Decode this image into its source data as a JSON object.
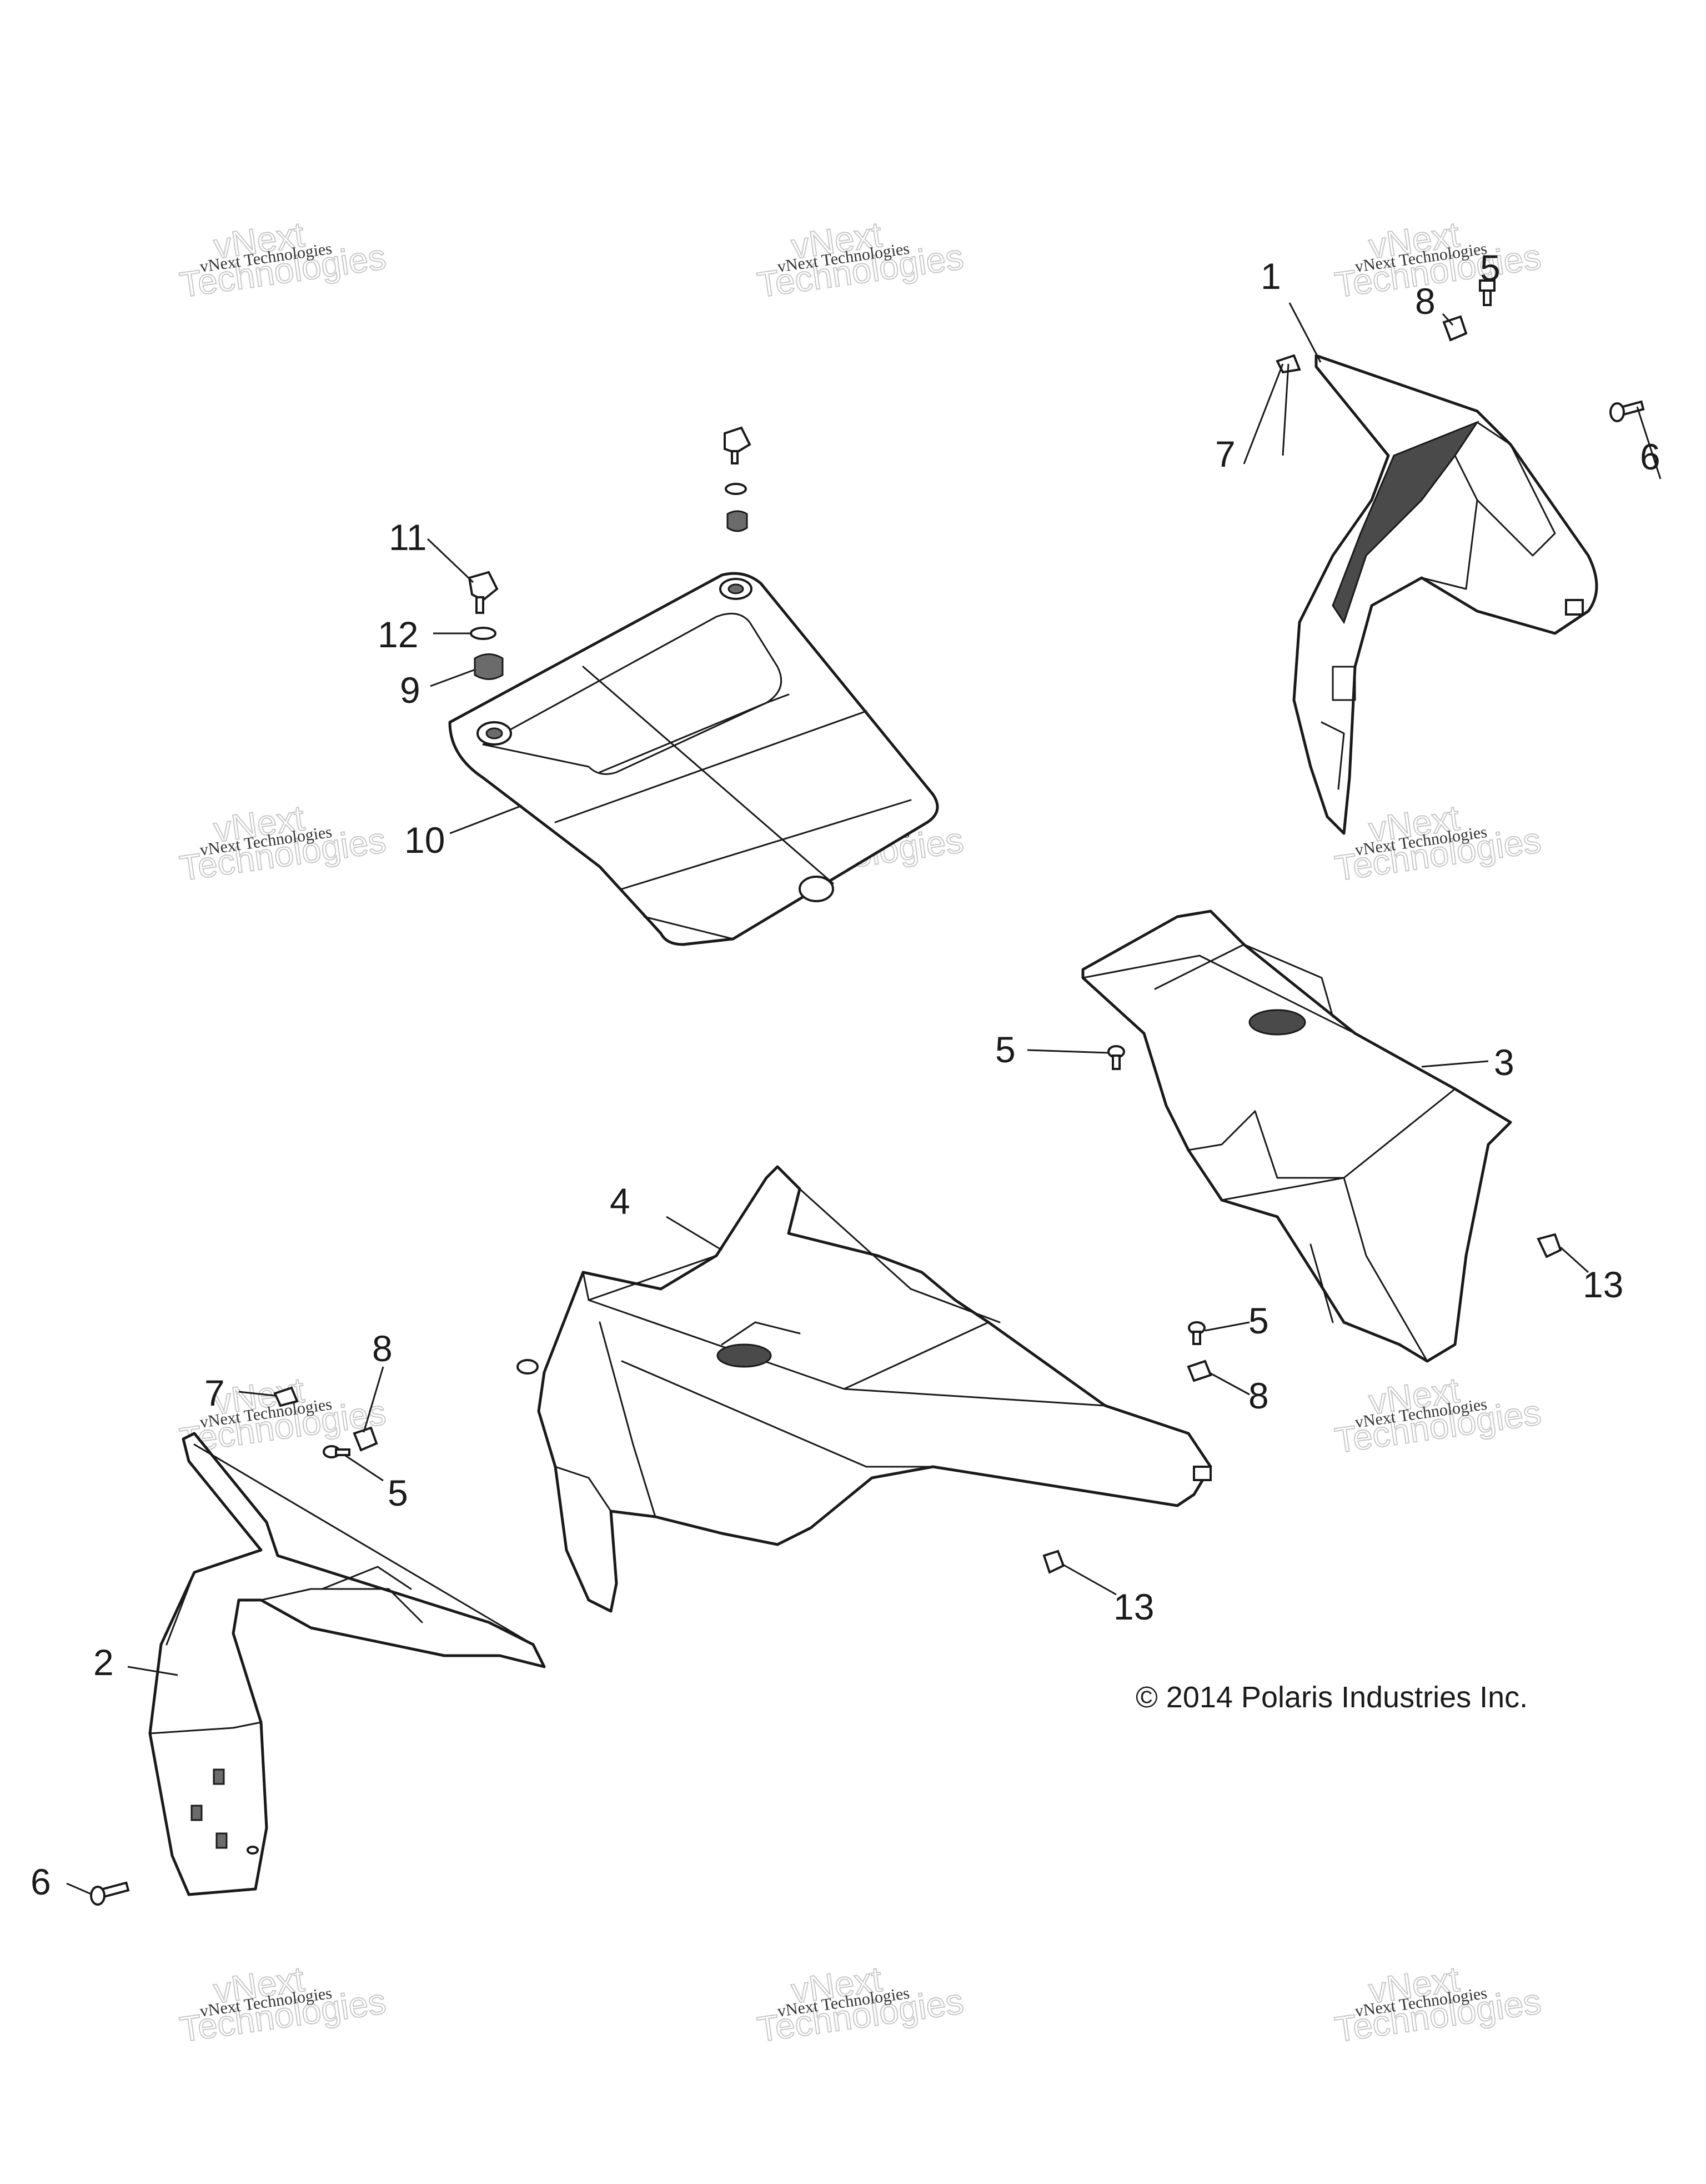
{
  "callouts": [
    {
      "id": "1",
      "text": "1"
    },
    {
      "id": "2",
      "text": "2"
    },
    {
      "id": "3",
      "text": "3"
    },
    {
      "id": "4",
      "text": "4"
    },
    {
      "id": "5a",
      "text": "5"
    },
    {
      "id": "5b",
      "text": "5"
    },
    {
      "id": "5c",
      "text": "5"
    },
    {
      "id": "5d",
      "text": "5"
    },
    {
      "id": "6a",
      "text": "6"
    },
    {
      "id": "6b",
      "text": "6"
    },
    {
      "id": "7a",
      "text": "7"
    },
    {
      "id": "7b",
      "text": "7"
    },
    {
      "id": "8a",
      "text": "8"
    },
    {
      "id": "8b",
      "text": "8"
    },
    {
      "id": "8c",
      "text": "8"
    },
    {
      "id": "9",
      "text": "9"
    },
    {
      "id": "10",
      "text": "10"
    },
    {
      "id": "11",
      "text": "11"
    },
    {
      "id": "12",
      "text": "12"
    },
    {
      "id": "13a",
      "text": "13"
    },
    {
      "id": "13b",
      "text": "13"
    }
  ],
  "watermark": {
    "line1": "vNext Technologies",
    "line2": "vNext",
    "line3": "Technologies"
  },
  "copyright": "© 2014 Polaris Industries Inc."
}
